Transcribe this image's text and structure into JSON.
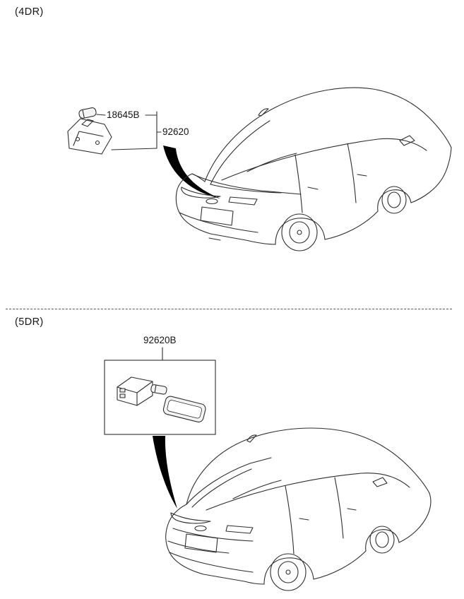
{
  "diagram": {
    "sections": [
      {
        "label": "(4DR)",
        "parts": [
          {
            "code": "18645B"
          },
          {
            "code": "92620"
          }
        ]
      },
      {
        "label": "(5DR)",
        "parts": [
          {
            "code": "92620B"
          }
        ]
      }
    ]
  },
  "colors": {
    "background": "#ffffff",
    "line": "#2e2e2e",
    "arrow": "#000000"
  }
}
